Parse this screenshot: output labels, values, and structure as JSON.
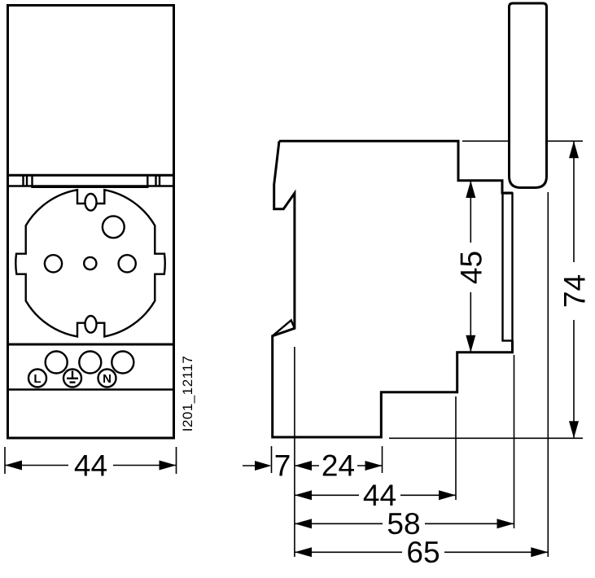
{
  "front_view": {
    "part_code": "I201_12117",
    "width_dim_label": "44",
    "terminals": {
      "line_label": "L",
      "neutral_label": "N",
      "earth_symbol": "protective-earth"
    }
  },
  "side_view": {
    "horizontal_dims": [
      {
        "label": "7"
      },
      {
        "label": "24"
      },
      {
        "label": "44"
      },
      {
        "label": "58"
      },
      {
        "label": "65"
      }
    ],
    "vertical_dims": [
      {
        "label": "45"
      },
      {
        "label": "74"
      }
    ]
  },
  "colors": {
    "line": "#000000",
    "background": "#ffffff"
  }
}
